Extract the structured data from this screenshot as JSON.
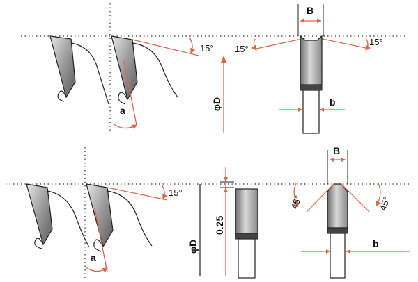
{
  "diagram": {
    "top": {
      "tooth_angle_a": "a",
      "top_angle_left_tooth": "15°",
      "kerf_left_angle": "15°",
      "kerf_right_angle": "15°",
      "diameter": "φD",
      "kerf_width": "B",
      "plate_thickness": "b"
    },
    "bottom": {
      "tooth_angle_a": "a",
      "top_angle_left_tooth": "15°",
      "chamfer_left_angle": "45°",
      "chamfer_right_angle": "45°",
      "diameter": "φD",
      "step_height": "0.25",
      "kerf_width": "B",
      "plate_thickness": "b"
    }
  },
  "colors": {
    "line": "#222222",
    "guide": "#d86a4a",
    "dotted": "#333333"
  }
}
